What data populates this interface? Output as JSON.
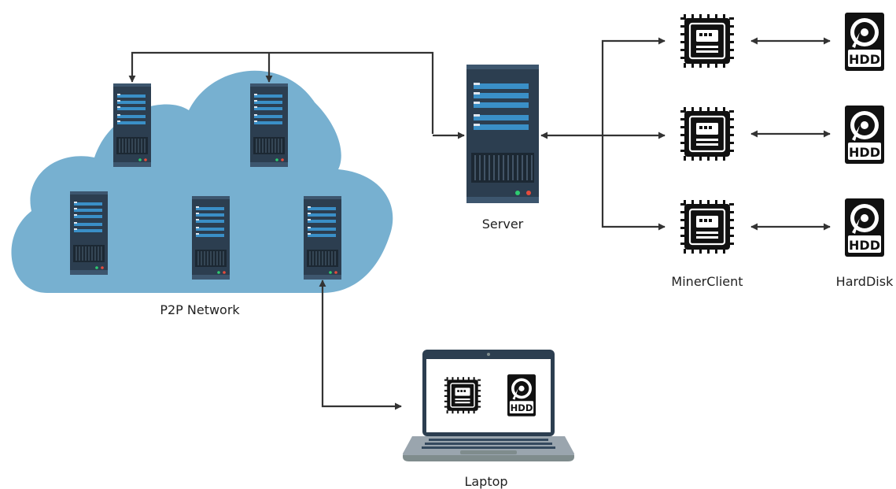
{
  "diagram": {
    "title": "",
    "labels": {
      "p2p_network": "P2P Network",
      "server": "Server",
      "miner_client": "MinerClient",
      "hard_disk": "HardDisk",
      "laptop": "Laptop"
    },
    "hdd_text": "HDD",
    "colors": {
      "cloud": "#77b0d0",
      "server_body": "#2c3e50",
      "server_panel": "#34495e",
      "server_slot": "#3a8fc7",
      "chip": "#111111",
      "line": "#333333",
      "led_green": "#2ecc71",
      "led_red": "#e74c3c"
    }
  }
}
